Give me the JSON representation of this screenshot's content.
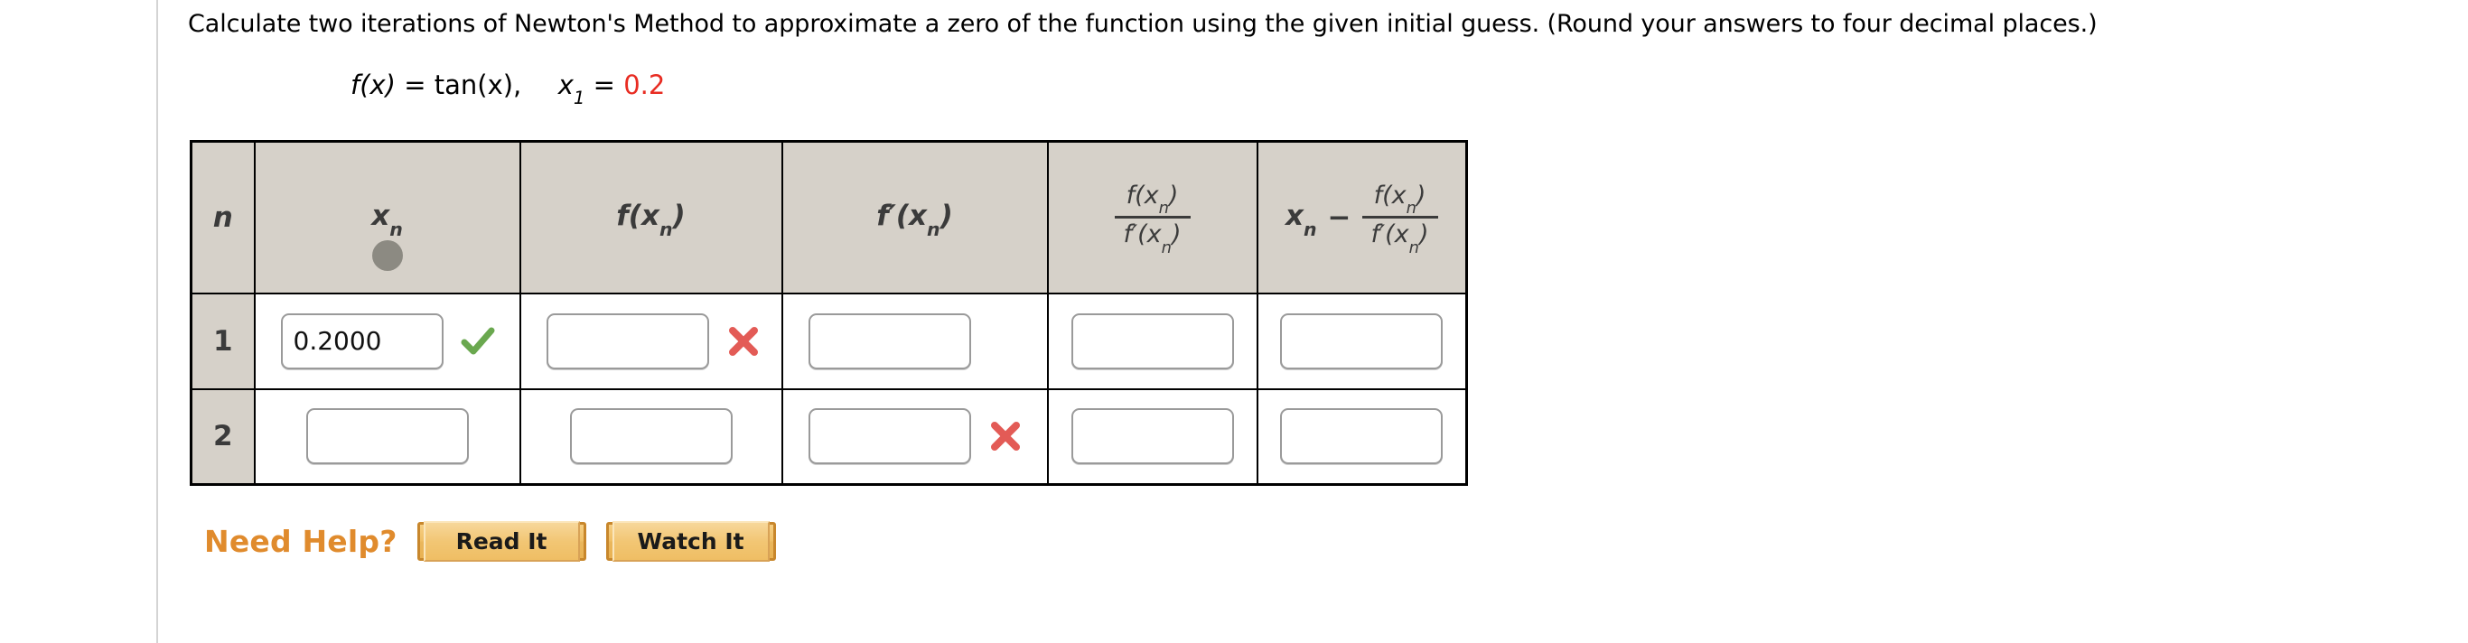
{
  "question": {
    "prompt": "Calculate two iterations of Newton's Method to approximate a zero of the function using the given initial guess. (Round your answers to four decimal places.)",
    "equation": {
      "function_label": "f(x)",
      "equals": "=",
      "function_expr": "tan(x),",
      "variable": "x",
      "variable_sub": "1",
      "equals2": "=",
      "initial_guess": "0.2",
      "initial_guess_color": "#e82c22"
    }
  },
  "table": {
    "headers": {
      "n": "n",
      "xn_base": "x",
      "xn_sub": "n",
      "fxn": "f(x",
      "fxn_sub": "n",
      "fxn_close": ")",
      "fpxn": "f′(x",
      "fpxn_sub": "n",
      "fpxn_close": ")",
      "frac_num": "f(x",
      "frac_num_sub": "n",
      "frac_num_close": ")",
      "frac_den": "f′(x",
      "frac_den_sub": "n",
      "frac_den_close": ")",
      "newton_lead": "x",
      "newton_lead_sub": "n",
      "newton_minus": "−"
    },
    "rows": [
      {
        "n": "1",
        "cells": [
          {
            "value": "0.2000",
            "mark": "check"
          },
          {
            "value": "",
            "mark": "cross"
          },
          {
            "value": "",
            "mark": "none"
          },
          {
            "value": "",
            "mark": "none"
          },
          {
            "value": "",
            "mark": "none"
          }
        ]
      },
      {
        "n": "2",
        "cells": [
          {
            "value": "",
            "mark": "none"
          },
          {
            "value": "",
            "mark": "none"
          },
          {
            "value": "",
            "mark": "cross"
          },
          {
            "value": "",
            "mark": "none"
          },
          {
            "value": "",
            "mark": "none"
          }
        ]
      }
    ],
    "header_bg": "#d6d1c9",
    "check_color": "#6aa84f",
    "cross_color": "#e35b56"
  },
  "help": {
    "label": "Need Help?",
    "read_button": "Read It",
    "watch_button": "Watch It",
    "accent_color": "#e08b2d"
  }
}
